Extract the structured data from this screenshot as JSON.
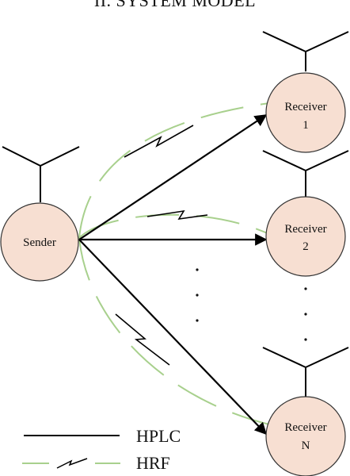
{
  "heading": "II.   SYSTEM MODEL",
  "nodes": {
    "sender": "Sender",
    "receiver1": [
      "Receiver",
      "1"
    ],
    "receiver2": [
      "Receiver",
      "2"
    ],
    "receiverN": [
      "Receiver",
      "N"
    ]
  },
  "legend": {
    "hplc": "HPLC",
    "hrf": "HRF"
  },
  "colors": {
    "node_fill": "#f7dfd2",
    "node_stroke": "#111111",
    "hplc_line": "#000000",
    "hrf_line": "#a8d08d"
  }
}
